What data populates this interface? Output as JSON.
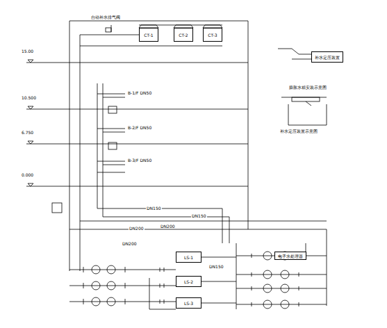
{
  "diagram": {
    "nodes": [
      {
        "text": [
          "CT-1"
        ]
      },
      {
        "text": [
          "CT-2"
        ]
      },
      {
        "text": [
          "CT-3"
        ]
      },
      {
        "text": [
          "LS-1"
        ]
      },
      {
        "text": [
          "LS-2"
        ]
      },
      {
        "text": [
          "LS-3"
        ]
      },
      {
        "text": [
          "补水定压装置"
        ]
      },
      {
        "text": [
          "电子水处理器"
        ]
      }
    ],
    "labels": [
      "15.00",
      "10.500",
      "6.750",
      "0.000",
      "自动补水排气阀",
      "B-1/F DN50",
      "B-2/F DN50",
      "B-3/F DN50",
      "DN200",
      "DN150",
      "DN150",
      "DN200",
      "DN200",
      "补水定压装置示意图",
      "膨胀水箱安装示意图",
      "DN150"
    ]
  }
}
